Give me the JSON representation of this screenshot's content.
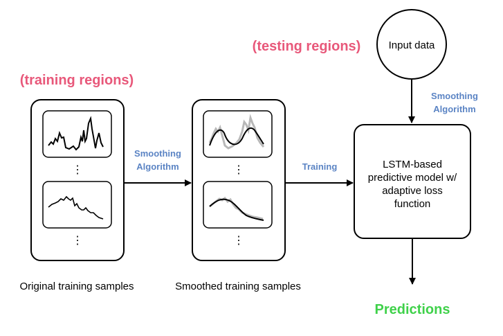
{
  "labels": {
    "testing_regions": "(testing regions)",
    "training_regions": "(training regions)",
    "input_data": "Input data",
    "smoothing_top_line1": "Smoothing",
    "smoothing_top_line2": "Algorithm",
    "smoothing_mid_line1": "Smoothing",
    "smoothing_mid_line2": "Algorithm",
    "training": "Training",
    "model_line1": "LSTM-based",
    "model_line2": "predictive model w/",
    "model_line3": "adaptive loss",
    "model_line4": "function",
    "original_samples": "Original training samples",
    "smoothed_samples": "Smoothed training samples",
    "predictions": "Predictions",
    "ellipsis": "⋮"
  },
  "colors": {
    "pink": "#e8587a",
    "blue": "#5b84c4",
    "green": "#3fd14a",
    "line": "#000000",
    "raw_gray": "#b8b8b8"
  }
}
